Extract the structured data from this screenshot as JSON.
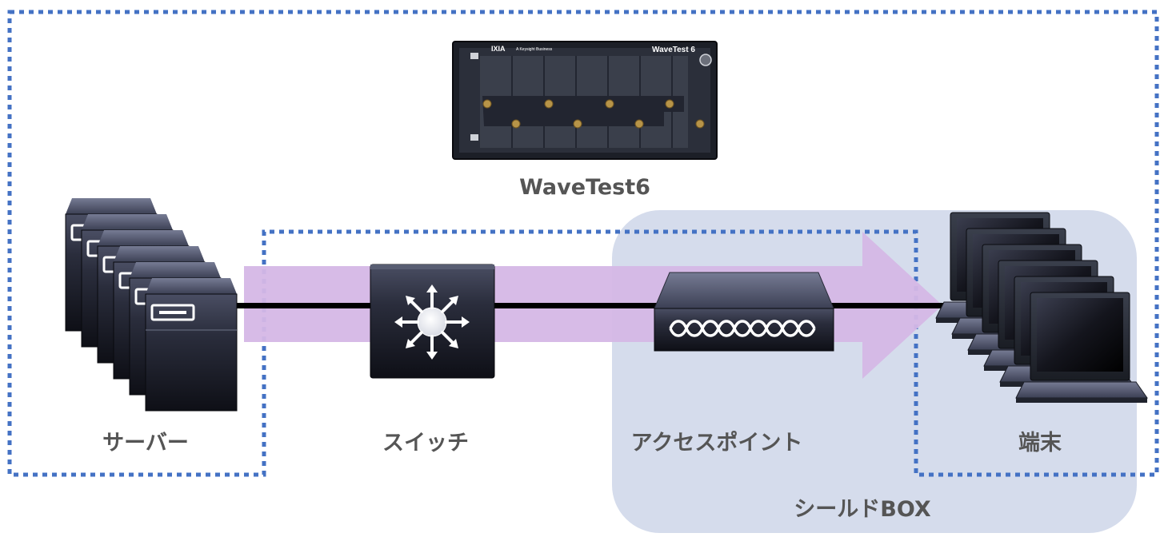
{
  "diagram": {
    "device_title": "WaveTest6",
    "device_panel": {
      "brand": "IXIA",
      "brand_sub": "A Keysight Business",
      "model": "WaveTest 6"
    },
    "nodes": {
      "server": "サーバー",
      "switch": "スイッチ",
      "access_point": "アクセスポイント",
      "terminal": "端末"
    },
    "zones": {
      "shield_box": "シールドBOX"
    },
    "colors": {
      "dotted_border": "#4472c4",
      "traffic_arrow": "#d5b7e6",
      "shield_fill": "#d5dcec",
      "label_text": "#555555"
    }
  }
}
